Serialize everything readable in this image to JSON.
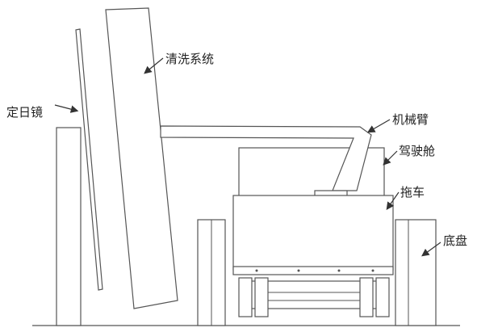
{
  "labels": {
    "heliostat": "定日镜",
    "cleaning_system": "清洗系统",
    "robot_arm": "机械臂",
    "cab": "驾驶舱",
    "trailer": "拖车",
    "chassis": "底盘"
  }
}
